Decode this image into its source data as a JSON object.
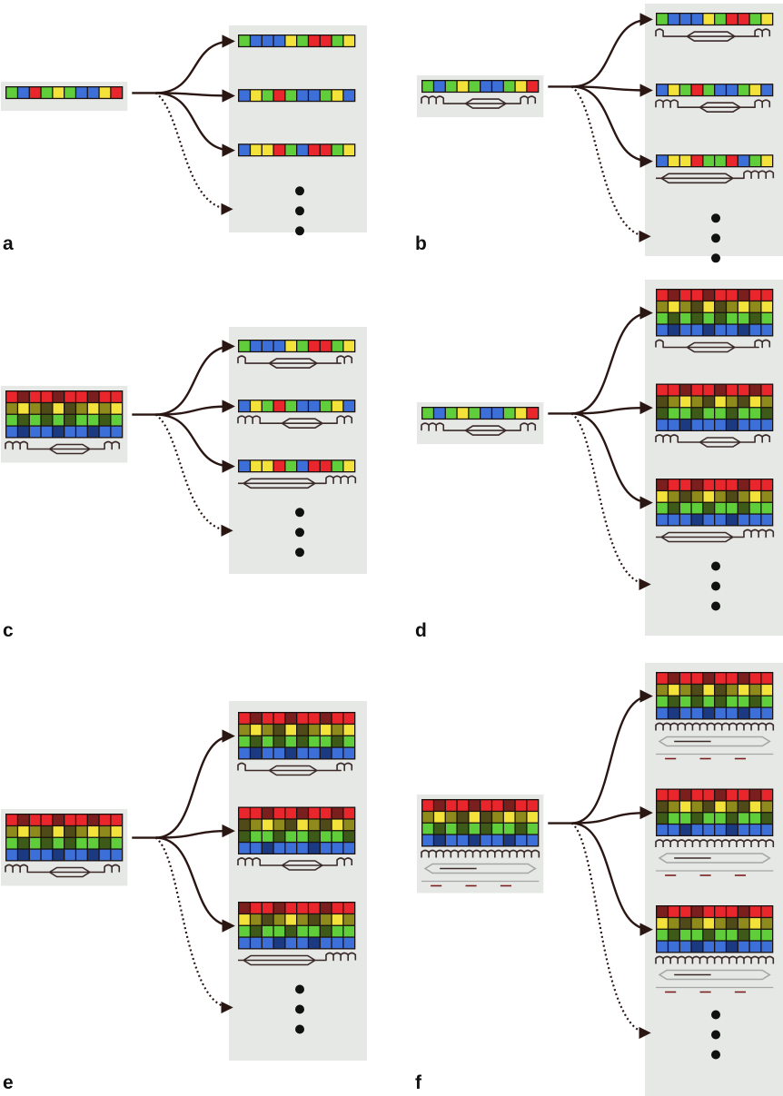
{
  "colors": {
    "red": "#e8262b",
    "blue": "#3d6fd9",
    "green": "#5fce3a",
    "yellow": "#f3e23a",
    "dark_red": "#7a1f1d",
    "dark_green": "#3e5a18",
    "olive": "#8e8a1c",
    "dark_olive": "#4f4a17",
    "dark_blue": "#1c3a82",
    "panel_bg": "#e6e8e6",
    "arrow": "#2a1612",
    "wire": "#3a2a28",
    "wire_faded": "#a6a6a6"
  },
  "panels": [
    {
      "label": "a",
      "input": {
        "rows": [
          [
            "green",
            "blue",
            "red",
            "green",
            "yellow",
            "green",
            "blue",
            "blue",
            "yellow",
            "red"
          ]
        ],
        "wires": []
      },
      "outputs": [
        {
          "rows": [
            [
              "green",
              "blue",
              "blue",
              "blue",
              "yellow",
              "green",
              "red",
              "red",
              "green",
              "yellow"
            ]
          ],
          "wires": []
        },
        {
          "rows": [
            [
              "blue",
              "yellow",
              "green",
              "red",
              "green",
              "blue",
              "blue",
              "green",
              "yellow",
              "blue"
            ]
          ],
          "wires": []
        },
        {
          "rows": [
            [
              "blue",
              "yellow",
              "yellow",
              "red",
              "green",
              "blue",
              "red",
              "red",
              "green",
              "yellow"
            ]
          ],
          "wires": []
        }
      ]
    },
    {
      "label": "b",
      "input": {
        "rows": [
          [
            "green",
            "blue",
            "green",
            "yellow",
            "green",
            "blue",
            "blue",
            "green",
            "yellow",
            "red"
          ]
        ],
        "wires": [
          "wave-a"
        ]
      },
      "outputs": [
        {
          "rows": [
            [
              "green",
              "blue",
              "blue",
              "blue",
              "yellow",
              "green",
              "red",
              "red",
              "green",
              "yellow"
            ]
          ],
          "wires": [
            "wave-b"
          ]
        },
        {
          "rows": [
            [
              "blue",
              "yellow",
              "green",
              "red",
              "green",
              "blue",
              "blue",
              "green",
              "yellow",
              "blue"
            ]
          ],
          "wires": [
            "wave-a"
          ]
        },
        {
          "rows": [
            [
              "blue",
              "yellow",
              "yellow",
              "red",
              "green",
              "green",
              "red",
              "blue",
              "green",
              "yellow"
            ]
          ],
          "wires": [
            "wave-c"
          ]
        }
      ]
    },
    {
      "label": "c",
      "input": {
        "rows": [
          [
            "red",
            "dark_red",
            "red",
            "red",
            "dark_red",
            "red",
            "red",
            "dark_red",
            "red",
            "red"
          ],
          [
            "olive",
            "yellow",
            "olive",
            "dark_olive",
            "yellow",
            "dark_olive",
            "olive",
            "yellow",
            "olive",
            "yellow"
          ],
          [
            "green",
            "dark_green",
            "green",
            "dark_green",
            "green",
            "dark_green",
            "green",
            "green",
            "dark_green",
            "green"
          ],
          [
            "blue",
            "dark_blue",
            "blue",
            "blue",
            "dark_blue",
            "blue",
            "blue",
            "dark_blue",
            "blue",
            "blue"
          ]
        ],
        "wires": [
          "wave-a"
        ]
      },
      "outputs": [
        {
          "rows": [
            [
              "green",
              "blue",
              "blue",
              "blue",
              "yellow",
              "green",
              "red",
              "red",
              "green",
              "yellow"
            ]
          ],
          "wires": [
            "wave-b"
          ]
        },
        {
          "rows": [
            [
              "blue",
              "yellow",
              "green",
              "red",
              "green",
              "blue",
              "blue",
              "green",
              "yellow",
              "blue"
            ]
          ],
          "wires": [
            "wave-a"
          ]
        },
        {
          "rows": [
            [
              "blue",
              "yellow",
              "yellow",
              "red",
              "green",
              "blue",
              "red",
              "red",
              "green",
              "yellow"
            ]
          ],
          "wires": [
            "wave-c"
          ]
        }
      ]
    },
    {
      "label": "d",
      "input": {
        "rows": [
          [
            "green",
            "blue",
            "green",
            "yellow",
            "green",
            "blue",
            "blue",
            "green",
            "yellow",
            "red"
          ]
        ],
        "wires": [
          "wave-a"
        ]
      },
      "outputs": [
        {
          "rows": [
            [
              "red",
              "dark_red",
              "red",
              "red",
              "dark_red",
              "red",
              "red",
              "dark_red",
              "red",
              "red"
            ],
            [
              "olive",
              "yellow",
              "olive",
              "dark_olive",
              "yellow",
              "dark_olive",
              "olive",
              "yellow",
              "olive",
              "yellow"
            ],
            [
              "green",
              "dark_green",
              "green",
              "dark_green",
              "green",
              "dark_green",
              "green",
              "green",
              "dark_green",
              "green"
            ],
            [
              "blue",
              "dark_blue",
              "blue",
              "blue",
              "dark_blue",
              "blue",
              "blue",
              "dark_blue",
              "blue",
              "blue"
            ]
          ],
          "wires": [
            "wave-b"
          ]
        },
        {
          "rows": [
            [
              "red",
              "red",
              "dark_red",
              "red",
              "red",
              "dark_red",
              "red",
              "red",
              "dark_red",
              "red"
            ],
            [
              "dark_olive",
              "olive",
              "yellow",
              "olive",
              "dark_olive",
              "yellow",
              "olive",
              "dark_olive",
              "yellow",
              "olive"
            ],
            [
              "dark_green",
              "green",
              "green",
              "dark_green",
              "green",
              "green",
              "dark_green",
              "green",
              "green",
              "dark_green"
            ],
            [
              "blue",
              "blue",
              "dark_blue",
              "blue",
              "blue",
              "blue",
              "dark_blue",
              "blue",
              "blue",
              "blue"
            ]
          ],
          "wires": [
            "wave-a"
          ]
        },
        {
          "rows": [
            [
              "dark_red",
              "red",
              "red",
              "dark_red",
              "red",
              "red",
              "red",
              "dark_red",
              "red",
              "red"
            ],
            [
              "yellow",
              "olive",
              "dark_olive",
              "olive",
              "yellow",
              "olive",
              "dark_olive",
              "olive",
              "yellow",
              "olive"
            ],
            [
              "green",
              "dark_green",
              "green",
              "green",
              "dark_green",
              "green",
              "green",
              "dark_green",
              "green",
              "green"
            ],
            [
              "blue",
              "blue",
              "blue",
              "dark_blue",
              "blue",
              "blue",
              "dark_blue",
              "blue",
              "blue",
              "blue"
            ]
          ],
          "wires": [
            "wave-c"
          ]
        }
      ]
    },
    {
      "label": "e",
      "input": {
        "rows": [
          [
            "red",
            "dark_red",
            "red",
            "red",
            "dark_red",
            "red",
            "red",
            "dark_red",
            "red",
            "red"
          ],
          [
            "olive",
            "yellow",
            "olive",
            "dark_olive",
            "yellow",
            "dark_olive",
            "olive",
            "yellow",
            "olive",
            "yellow"
          ],
          [
            "green",
            "dark_green",
            "green",
            "dark_green",
            "green",
            "dark_green",
            "green",
            "green",
            "dark_green",
            "green"
          ],
          [
            "blue",
            "dark_blue",
            "blue",
            "blue",
            "dark_blue",
            "blue",
            "blue",
            "dark_blue",
            "blue",
            "blue"
          ]
        ],
        "wires": [
          "wave-a"
        ]
      },
      "outputs": [
        {
          "rows": [
            [
              "red",
              "dark_red",
              "red",
              "red",
              "dark_red",
              "red",
              "red",
              "dark_red",
              "red",
              "red"
            ],
            [
              "olive",
              "yellow",
              "olive",
              "dark_olive",
              "yellow",
              "dark_olive",
              "olive",
              "yellow",
              "olive",
              "yellow"
            ],
            [
              "green",
              "dark_green",
              "green",
              "dark_green",
              "green",
              "dark_green",
              "green",
              "green",
              "dark_green",
              "green"
            ],
            [
              "blue",
              "dark_blue",
              "blue",
              "blue",
              "dark_blue",
              "blue",
              "blue",
              "dark_blue",
              "blue",
              "blue"
            ]
          ],
          "wires": [
            "wave-b"
          ]
        },
        {
          "rows": [
            [
              "red",
              "red",
              "dark_red",
              "red",
              "red",
              "dark_red",
              "red",
              "red",
              "dark_red",
              "red"
            ],
            [
              "dark_olive",
              "olive",
              "yellow",
              "olive",
              "dark_olive",
              "yellow",
              "olive",
              "dark_olive",
              "yellow",
              "olive"
            ],
            [
              "dark_green",
              "green",
              "green",
              "dark_green",
              "green",
              "green",
              "dark_green",
              "green",
              "green",
              "dark_green"
            ],
            [
              "blue",
              "blue",
              "dark_blue",
              "blue",
              "blue",
              "blue",
              "dark_blue",
              "blue",
              "blue",
              "blue"
            ]
          ],
          "wires": [
            "wave-a"
          ]
        },
        {
          "rows": [
            [
              "dark_red",
              "red",
              "red",
              "dark_red",
              "red",
              "red",
              "red",
              "dark_red",
              "red",
              "red"
            ],
            [
              "yellow",
              "olive",
              "dark_olive",
              "olive",
              "yellow",
              "olive",
              "dark_olive",
              "olive",
              "yellow",
              "olive"
            ],
            [
              "green",
              "dark_green",
              "green",
              "green",
              "dark_green",
              "green",
              "green",
              "dark_green",
              "green",
              "green"
            ],
            [
              "blue",
              "blue",
              "blue",
              "dark_blue",
              "blue",
              "blue",
              "dark_blue",
              "blue",
              "blue",
              "blue"
            ]
          ],
          "wires": [
            "wave-c"
          ]
        }
      ]
    },
    {
      "label": "f",
      "input": {
        "rows": [
          [
            "red",
            "dark_red",
            "red",
            "red",
            "dark_red",
            "red",
            "red",
            "dark_red",
            "red",
            "red"
          ],
          [
            "olive",
            "yellow",
            "olive",
            "dark_olive",
            "yellow",
            "dark_olive",
            "olive",
            "yellow",
            "olive",
            "yellow"
          ],
          [
            "green",
            "dark_green",
            "green",
            "dark_green",
            "green",
            "dark_green",
            "green",
            "green",
            "dark_green",
            "green"
          ],
          [
            "blue",
            "dark_blue",
            "blue",
            "blue",
            "dark_blue",
            "blue",
            "blue",
            "dark_blue",
            "blue",
            "blue"
          ]
        ],
        "wires": [
          "dense-mixed",
          "lens-faded",
          "dashes"
        ]
      },
      "outputs": [
        {
          "rows": [
            [
              "red",
              "dark_red",
              "red",
              "red",
              "dark_red",
              "red",
              "red",
              "dark_red",
              "red",
              "red"
            ],
            [
              "olive",
              "yellow",
              "olive",
              "dark_olive",
              "yellow",
              "dark_olive",
              "olive",
              "yellow",
              "olive",
              "yellow"
            ],
            [
              "green",
              "dark_green",
              "green",
              "dark_green",
              "green",
              "dark_green",
              "green",
              "green",
              "dark_green",
              "green"
            ],
            [
              "blue",
              "dark_blue",
              "blue",
              "blue",
              "dark_blue",
              "blue",
              "blue",
              "dark_blue",
              "blue",
              "blue"
            ]
          ],
          "wires": [
            "dense-mixed",
            "lens-faded",
            "dashes"
          ]
        },
        {
          "rows": [
            [
              "red",
              "red",
              "dark_red",
              "red",
              "red",
              "dark_red",
              "red",
              "red",
              "dark_red",
              "red"
            ],
            [
              "dark_olive",
              "olive",
              "yellow",
              "olive",
              "dark_olive",
              "yellow",
              "olive",
              "dark_olive",
              "yellow",
              "olive"
            ],
            [
              "dark_green",
              "green",
              "green",
              "dark_green",
              "green",
              "green",
              "dark_green",
              "green",
              "green",
              "dark_green"
            ],
            [
              "blue",
              "blue",
              "dark_blue",
              "blue",
              "blue",
              "blue",
              "dark_blue",
              "blue",
              "blue",
              "blue"
            ]
          ],
          "wires": [
            "dense-mixed",
            "lens-faded",
            "dashes"
          ]
        },
        {
          "rows": [
            [
              "dark_red",
              "red",
              "red",
              "dark_red",
              "red",
              "red",
              "red",
              "dark_red",
              "red",
              "red"
            ],
            [
              "yellow",
              "olive",
              "dark_olive",
              "olive",
              "yellow",
              "olive",
              "dark_olive",
              "olive",
              "yellow",
              "olive"
            ],
            [
              "green",
              "dark_green",
              "green",
              "green",
              "dark_green",
              "green",
              "green",
              "dark_green",
              "green",
              "green"
            ],
            [
              "blue",
              "blue",
              "blue",
              "dark_blue",
              "blue",
              "blue",
              "dark_blue",
              "blue",
              "blue",
              "blue"
            ]
          ],
          "wires": [
            "dense-mixed",
            "lens-faded",
            "dashes"
          ]
        }
      ]
    }
  ]
}
